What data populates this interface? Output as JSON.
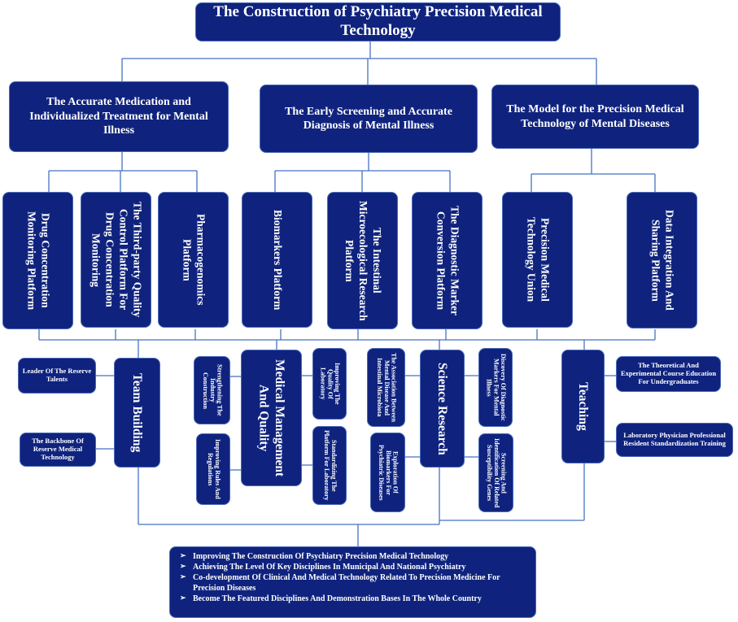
{
  "title": "The Construction of Psychiatry Precision Medical Technology",
  "level2": {
    "medication": "The Accurate Medication and Individualized Treatment for Mental Illness",
    "screening": "The Early Screening and Accurate Diagnosis of Mental Illness",
    "model": "The Model for the Precision Medical Technology of Mental Diseases"
  },
  "platforms": {
    "drug_monitoring": "Drug Concentration Monitoring Platform",
    "third_party": "The Third-party Quality Control Platform For Drug Concentration Monitoring",
    "pharmacogenomics": "Pharmacogenomics Platform",
    "biomarkers": "Biomarkers Platform",
    "intestinal": "The Intestinal Microecological Research Platform",
    "diagnostic_marker": "The Diagnostic Marker Conversion Platform",
    "union": "Precision Medical Technology Union",
    "data_sharing": "Data Integration And Sharing Platform"
  },
  "categories": {
    "team": "Team Building",
    "management": "Medical Management And Quality",
    "science": "Science Research",
    "teaching": "Teaching"
  },
  "items": {
    "leader": "Leader Of The Reserve Talents",
    "backbone": "The Backbone Of Reserve Medical Technology",
    "strengthening": "Strengthening The Industry Construction",
    "rules": "Improving Rules And Regulations",
    "quality_lab": "Improving The Quality Of Laboratory",
    "standardizing": "Standardizing The Platform For Laboratory",
    "association": "The Association Between Mental Disease And Intestinal Microbiota",
    "exploration": "Exploration Of Biomarkers For Psychiatric Diseases",
    "discovery": "Discovery Of Diagnostic Markers For Mental Illness",
    "screening_genes": "Screening And Identification Of Related Susceptibility Genes",
    "theoretical": "The Theoretical And Experimental Course Education For Undergraduates",
    "laboratory_training": "Laboratory Physician Professional Resident Standardization Training"
  },
  "goals": [
    "Improving The Construction Of Psychiatry Precision Medical Technology",
    "Achieving The Level Of Key Disciplines In Municipal And National Psychiatry",
    "Co-development Of Clinical And Medical Technology Related To Precision Medicine For Precision Diseases",
    "Become The Featured Disciplines And Demonstration Bases In The Whole Country"
  ],
  "colors": {
    "box": "#0f237e",
    "border": "#4a6ab8",
    "line": "#4472c4",
    "text": "#ffffff"
  }
}
